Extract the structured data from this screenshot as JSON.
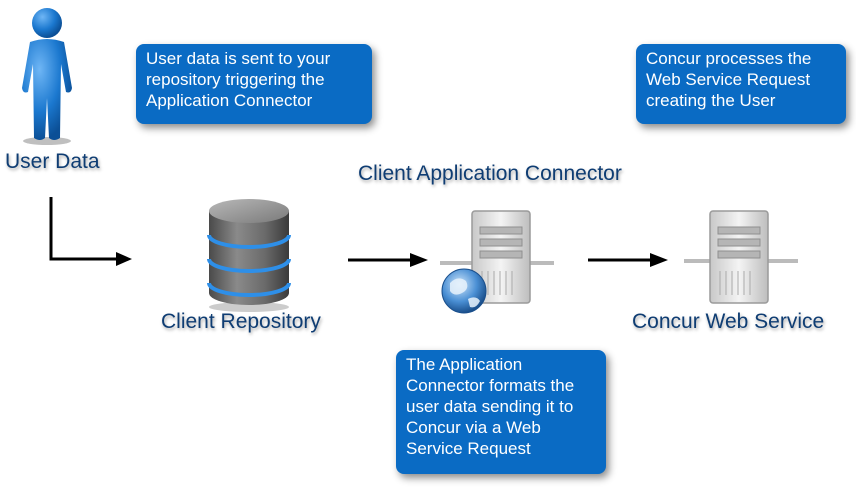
{
  "callouts": {
    "user_repository": [
      "User data is sent to your",
      "repository triggering the",
      "Application Connector"
    ],
    "concur_processes": [
      "Concur processes the",
      "Web Service Request",
      "creating the User"
    ],
    "connector_formats": [
      "The Application",
      "Connector formats the",
      "user data sending it to",
      "Concur via a Web",
      "Service Request"
    ]
  },
  "labels": {
    "user_data": "User Data",
    "client_application_connector": "Client Application Connector",
    "client_repository": "Client Repository",
    "concur_web_service": "Concur Web Service"
  },
  "icons": {
    "user": "person-figure-icon",
    "repository": "database-icon",
    "connector": "server-with-globe-icon",
    "web_service": "server-icon"
  },
  "colors": {
    "callout_bg": "#0a6bc4",
    "label_text": "#0f3d73",
    "person_blue": "#1b78cf"
  }
}
